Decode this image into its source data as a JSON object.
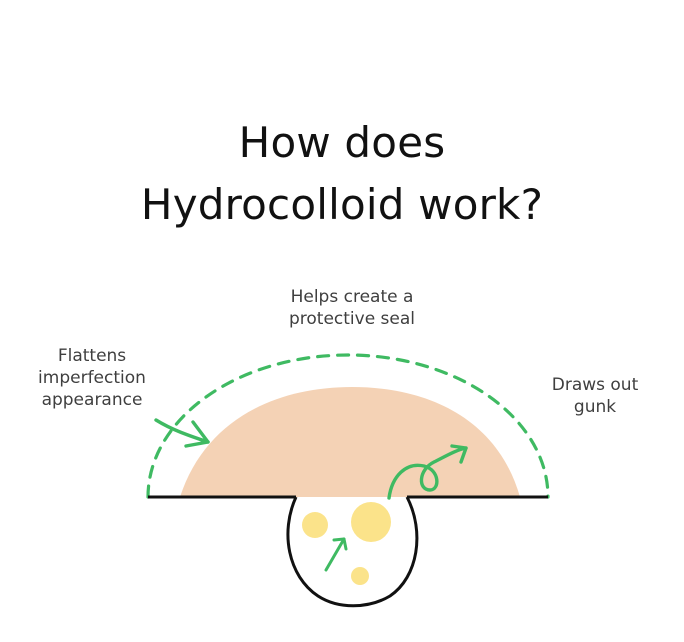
{
  "title": {
    "line1": "How does",
    "line2": "Hydrocolloid work?"
  },
  "labels": {
    "seal": [
      "Helps create a",
      "protective seal"
    ],
    "flatten": [
      "Flattens",
      "imperfection",
      "appearance"
    ],
    "gunk": [
      "Draws out",
      "gunk"
    ]
  },
  "colors": {
    "patch": "#f4d2b5",
    "arrow": "#3fba62",
    "gunk": "#fbe38a",
    "line": "#111111",
    "text": "#3f3f3f"
  }
}
